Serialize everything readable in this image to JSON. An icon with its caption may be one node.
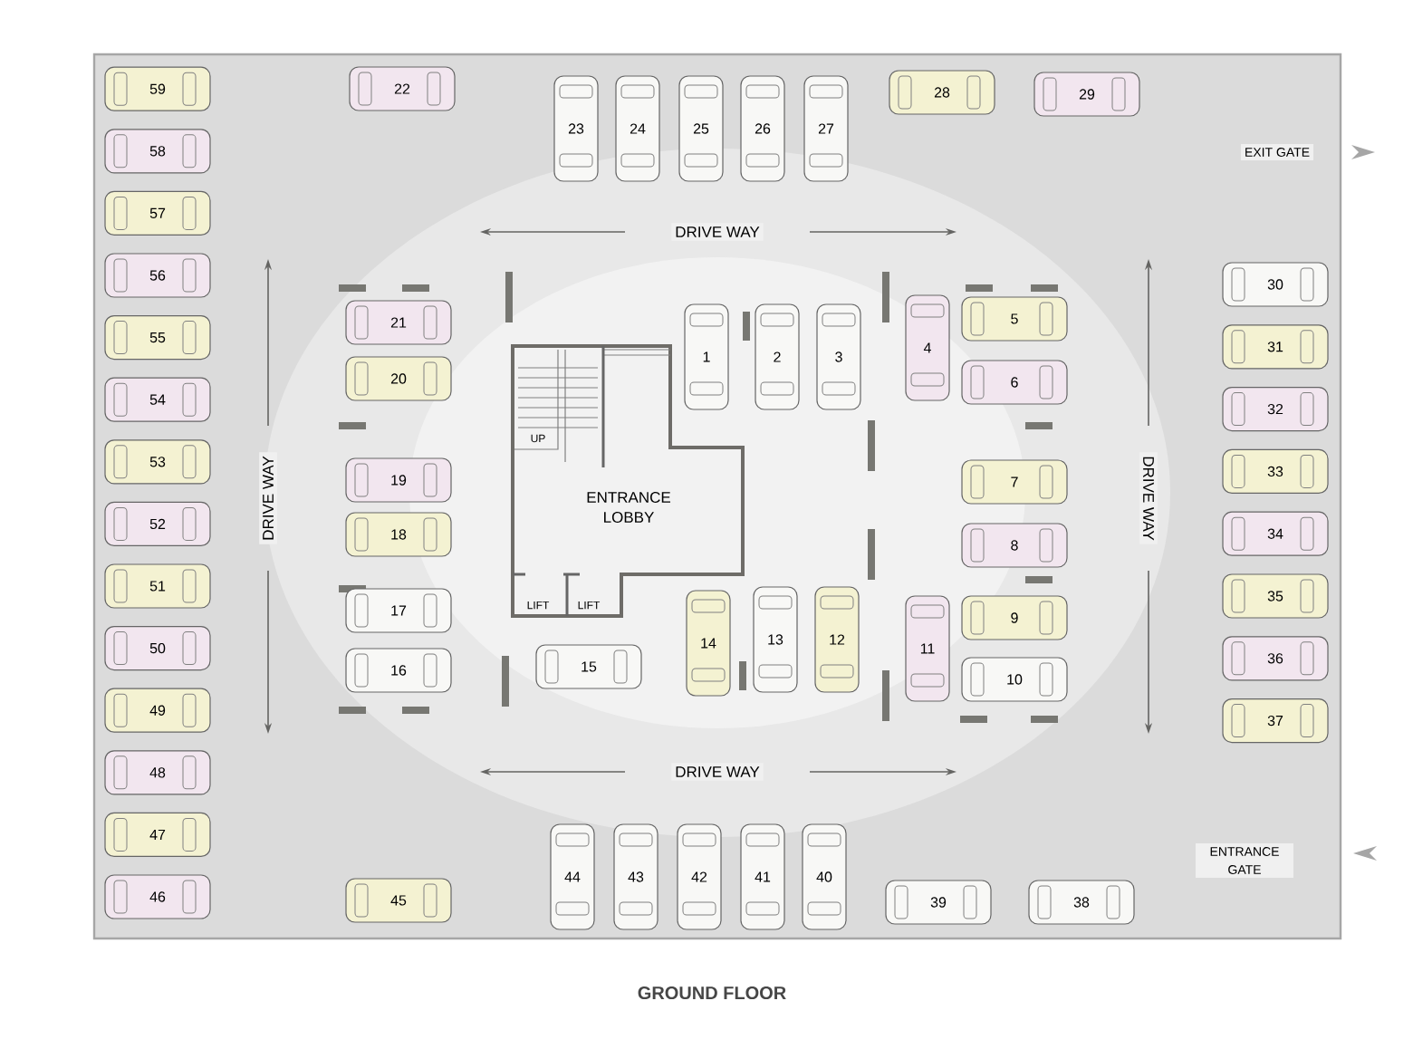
{
  "diagram": {
    "caption": "GROUND FLOOR",
    "nodes": [
      {
        "text": [
          "1"
        ]
      },
      {
        "text": [
          "2"
        ]
      },
      {
        "text": [
          "3"
        ]
      },
      {
        "text": [
          "4"
        ]
      },
      {
        "text": [
          "5"
        ]
      },
      {
        "text": [
          "6"
        ]
      },
      {
        "text": [
          "7"
        ]
      },
      {
        "text": [
          "8"
        ]
      },
      {
        "text": [
          "9"
        ]
      },
      {
        "text": [
          "10"
        ]
      },
      {
        "text": [
          "11"
        ]
      },
      {
        "text": [
          "12"
        ]
      },
      {
        "text": [
          "13"
        ]
      },
      {
        "text": [
          "14"
        ]
      },
      {
        "text": [
          "15"
        ]
      },
      {
        "text": [
          "16"
        ]
      },
      {
        "text": [
          "17"
        ]
      },
      {
        "text": [
          "18"
        ]
      },
      {
        "text": [
          "19"
        ]
      },
      {
        "text": [
          "20"
        ]
      },
      {
        "text": [
          "21"
        ]
      },
      {
        "text": [
          "22"
        ]
      },
      {
        "text": [
          "23"
        ]
      },
      {
        "text": [
          "24"
        ]
      },
      {
        "text": [
          "25"
        ]
      },
      {
        "text": [
          "26"
        ]
      },
      {
        "text": [
          "27"
        ]
      },
      {
        "text": [
          "28"
        ]
      },
      {
        "text": [
          "29"
        ]
      },
      {
        "text": [
          "30"
        ]
      },
      {
        "text": [
          "31"
        ]
      },
      {
        "text": [
          "32"
        ]
      },
      {
        "text": [
          "33"
        ]
      },
      {
        "text": [
          "34"
        ]
      },
      {
        "text": [
          "35"
        ]
      },
      {
        "text": [
          "36"
        ]
      },
      {
        "text": [
          "37"
        ]
      },
      {
        "text": [
          "38"
        ]
      },
      {
        "text": [
          "39"
        ]
      },
      {
        "text": [
          "40"
        ]
      },
      {
        "text": [
          "41"
        ]
      },
      {
        "text": [
          "42"
        ]
      },
      {
        "text": [
          "43"
        ]
      },
      {
        "text": [
          "44"
        ]
      },
      {
        "text": [
          "45"
        ]
      },
      {
        "text": [
          "46"
        ]
      },
      {
        "text": [
          "47"
        ]
      },
      {
        "text": [
          "48"
        ]
      },
      {
        "text": [
          "49"
        ]
      },
      {
        "text": [
          "50"
        ]
      },
      {
        "text": [
          "51"
        ]
      },
      {
        "text": [
          "52"
        ]
      },
      {
        "text": [
          "53"
        ]
      },
      {
        "text": [
          "54"
        ]
      },
      {
        "text": [
          "55"
        ]
      },
      {
        "text": [
          "56"
        ]
      },
      {
        "text": [
          "57"
        ]
      },
      {
        "text": [
          "58"
        ]
      },
      {
        "text": [
          "59"
        ]
      },
      {
        "text": [
          "ENTRANCE LOBBY"
        ]
      },
      {
        "text": [
          "UP"
        ],
        "in": 59
      },
      {
        "text": [
          "LIFT"
        ],
        "in": 59
      },
      {
        "text": [
          "LIFT"
        ],
        "in": 59
      }
    ],
    "labels": [
      "EXIT GATE",
      "DRIVE WAY",
      "DRIVE WAY",
      "DRIVE WAY",
      "DRIVE WAY",
      "ENTRANCE GATE"
    ]
  }
}
